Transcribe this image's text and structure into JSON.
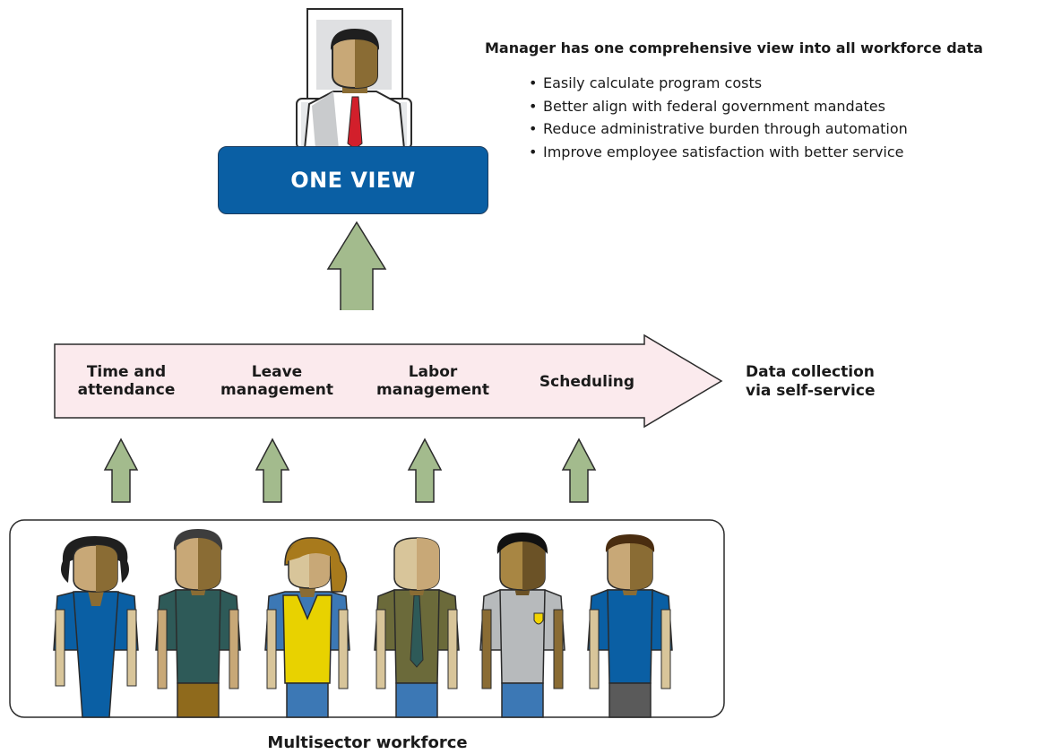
{
  "manager": {
    "heading": "Manager has one comprehensive view into all workforce data",
    "benefits": [
      "Easily calculate program costs",
      "Better align with federal government mandates",
      "Reduce administrative burden through automation",
      "Improve employee satisfaction with better service"
    ]
  },
  "one_view": {
    "label": "ONE VIEW"
  },
  "process": {
    "stages": [
      "Time and\nattendance",
      "Leave\nmanagement",
      "Labor\nmanagement",
      "Scheduling"
    ],
    "collection_label": "Data collection\nvia self-service"
  },
  "workforce": {
    "label": "Multisector workforce"
  },
  "colors": {
    "arrow_fill": "#a3bb8d",
    "arrow_stroke": "#2b2b2b",
    "process_fill": "#fbeaed",
    "one_view_fill": "#0a5fa4",
    "skin_light": "#c8a877",
    "skin_dark": "#8a6c34"
  },
  "icons": {
    "manager": "manager-at-monitor-icon",
    "workers": [
      "woman-blue-shirt-icon",
      "man-teal-shirt-icon",
      "woman-yellow-vest-icon",
      "man-olive-tie-icon",
      "guard-gray-badge-icon",
      "man-blue-polo-icon"
    ]
  }
}
